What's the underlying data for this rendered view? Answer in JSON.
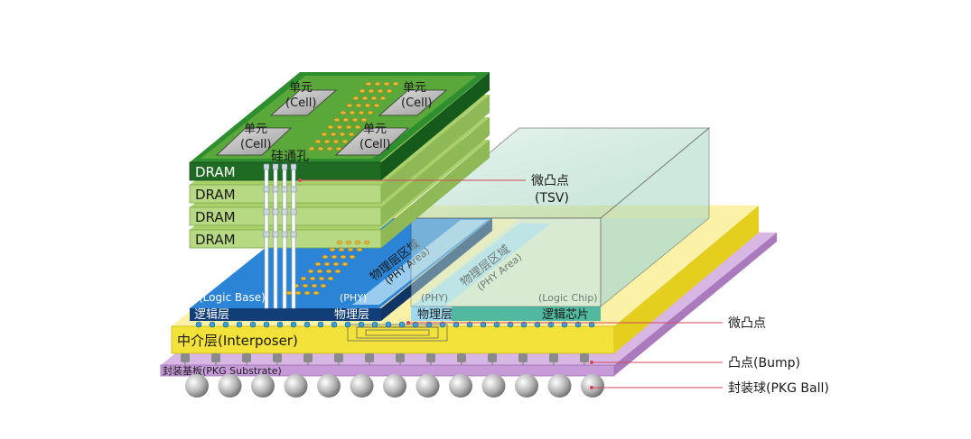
{
  "dram": {
    "cells": [
      {
        "name": "单元",
        "sub": "(Cell)"
      },
      {
        "name": "单元",
        "sub": "(Cell)"
      },
      {
        "name": "单元",
        "sub": "(Cell)"
      },
      {
        "name": "单元",
        "sub": "(Cell)"
      }
    ],
    "layers": [
      "DRAM",
      "DRAM",
      "DRAM",
      "DRAM"
    ],
    "tsv_label": "硅通孔"
  },
  "logic_base": {
    "title": "(Logic Base)",
    "label": "逻辑层",
    "phy_tag": "(PHY)",
    "phy_label": "物理层",
    "phy_area": "物理层区域",
    "phy_area_en": "(PHY Area)"
  },
  "logic_chip": {
    "title": "(Logic Chip)",
    "label": "逻辑芯片",
    "phy_tag": "(PHY)",
    "phy_label": "物理层",
    "phy_area": "物理层区域",
    "phy_area_en": "(PHY Area)"
  },
  "interposer": {
    "label": "中介层(Interposer)"
  },
  "substrate": {
    "label": "封装基板(PKG Substrate)"
  },
  "callouts": {
    "tsv_microbump": "微凸点",
    "tsv_microbump_en": "(TSV)",
    "microbump": "微凸点",
    "bump": "凸点(Bump)",
    "ball": "封装球(PKG Ball)"
  },
  "colors": {
    "dram_top": "#2f8f2f",
    "dram_layer": "#9bc65a",
    "logic_base": "#1e6fc4",
    "interposer": "#f3e23a",
    "substrate": "#c79ad8",
    "callout_line": "#d0485a"
  }
}
